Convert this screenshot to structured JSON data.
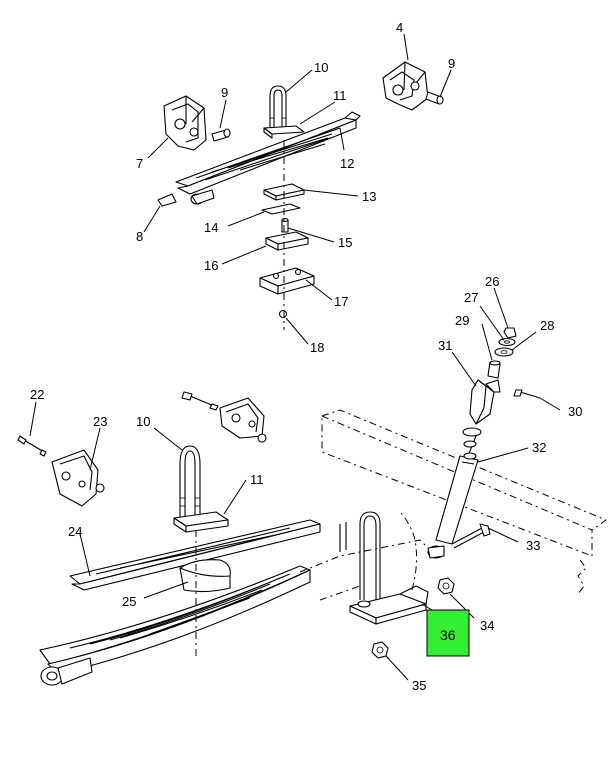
{
  "diagram": {
    "highlight_color": "#33ee33",
    "callouts": {
      "c4": "4",
      "c9a": "9",
      "c10a": "10",
      "c11a": "11",
      "c9b": "9",
      "c7": "7",
      "c12": "12",
      "c13": "13",
      "c8": "8",
      "c14": "14",
      "c15": "15",
      "c16": "16",
      "c17": "17",
      "c18": "18",
      "c26": "26",
      "c27": "27",
      "c28": "28",
      "c29": "29",
      "c31": "31",
      "c22": "22",
      "c23": "23",
      "c10b": "10",
      "c30": "30",
      "c32": "32",
      "c11b": "11",
      "c24": "24",
      "c33": "33",
      "c25": "25",
      "c34": "34",
      "c36": "36",
      "c35": "35"
    }
  }
}
